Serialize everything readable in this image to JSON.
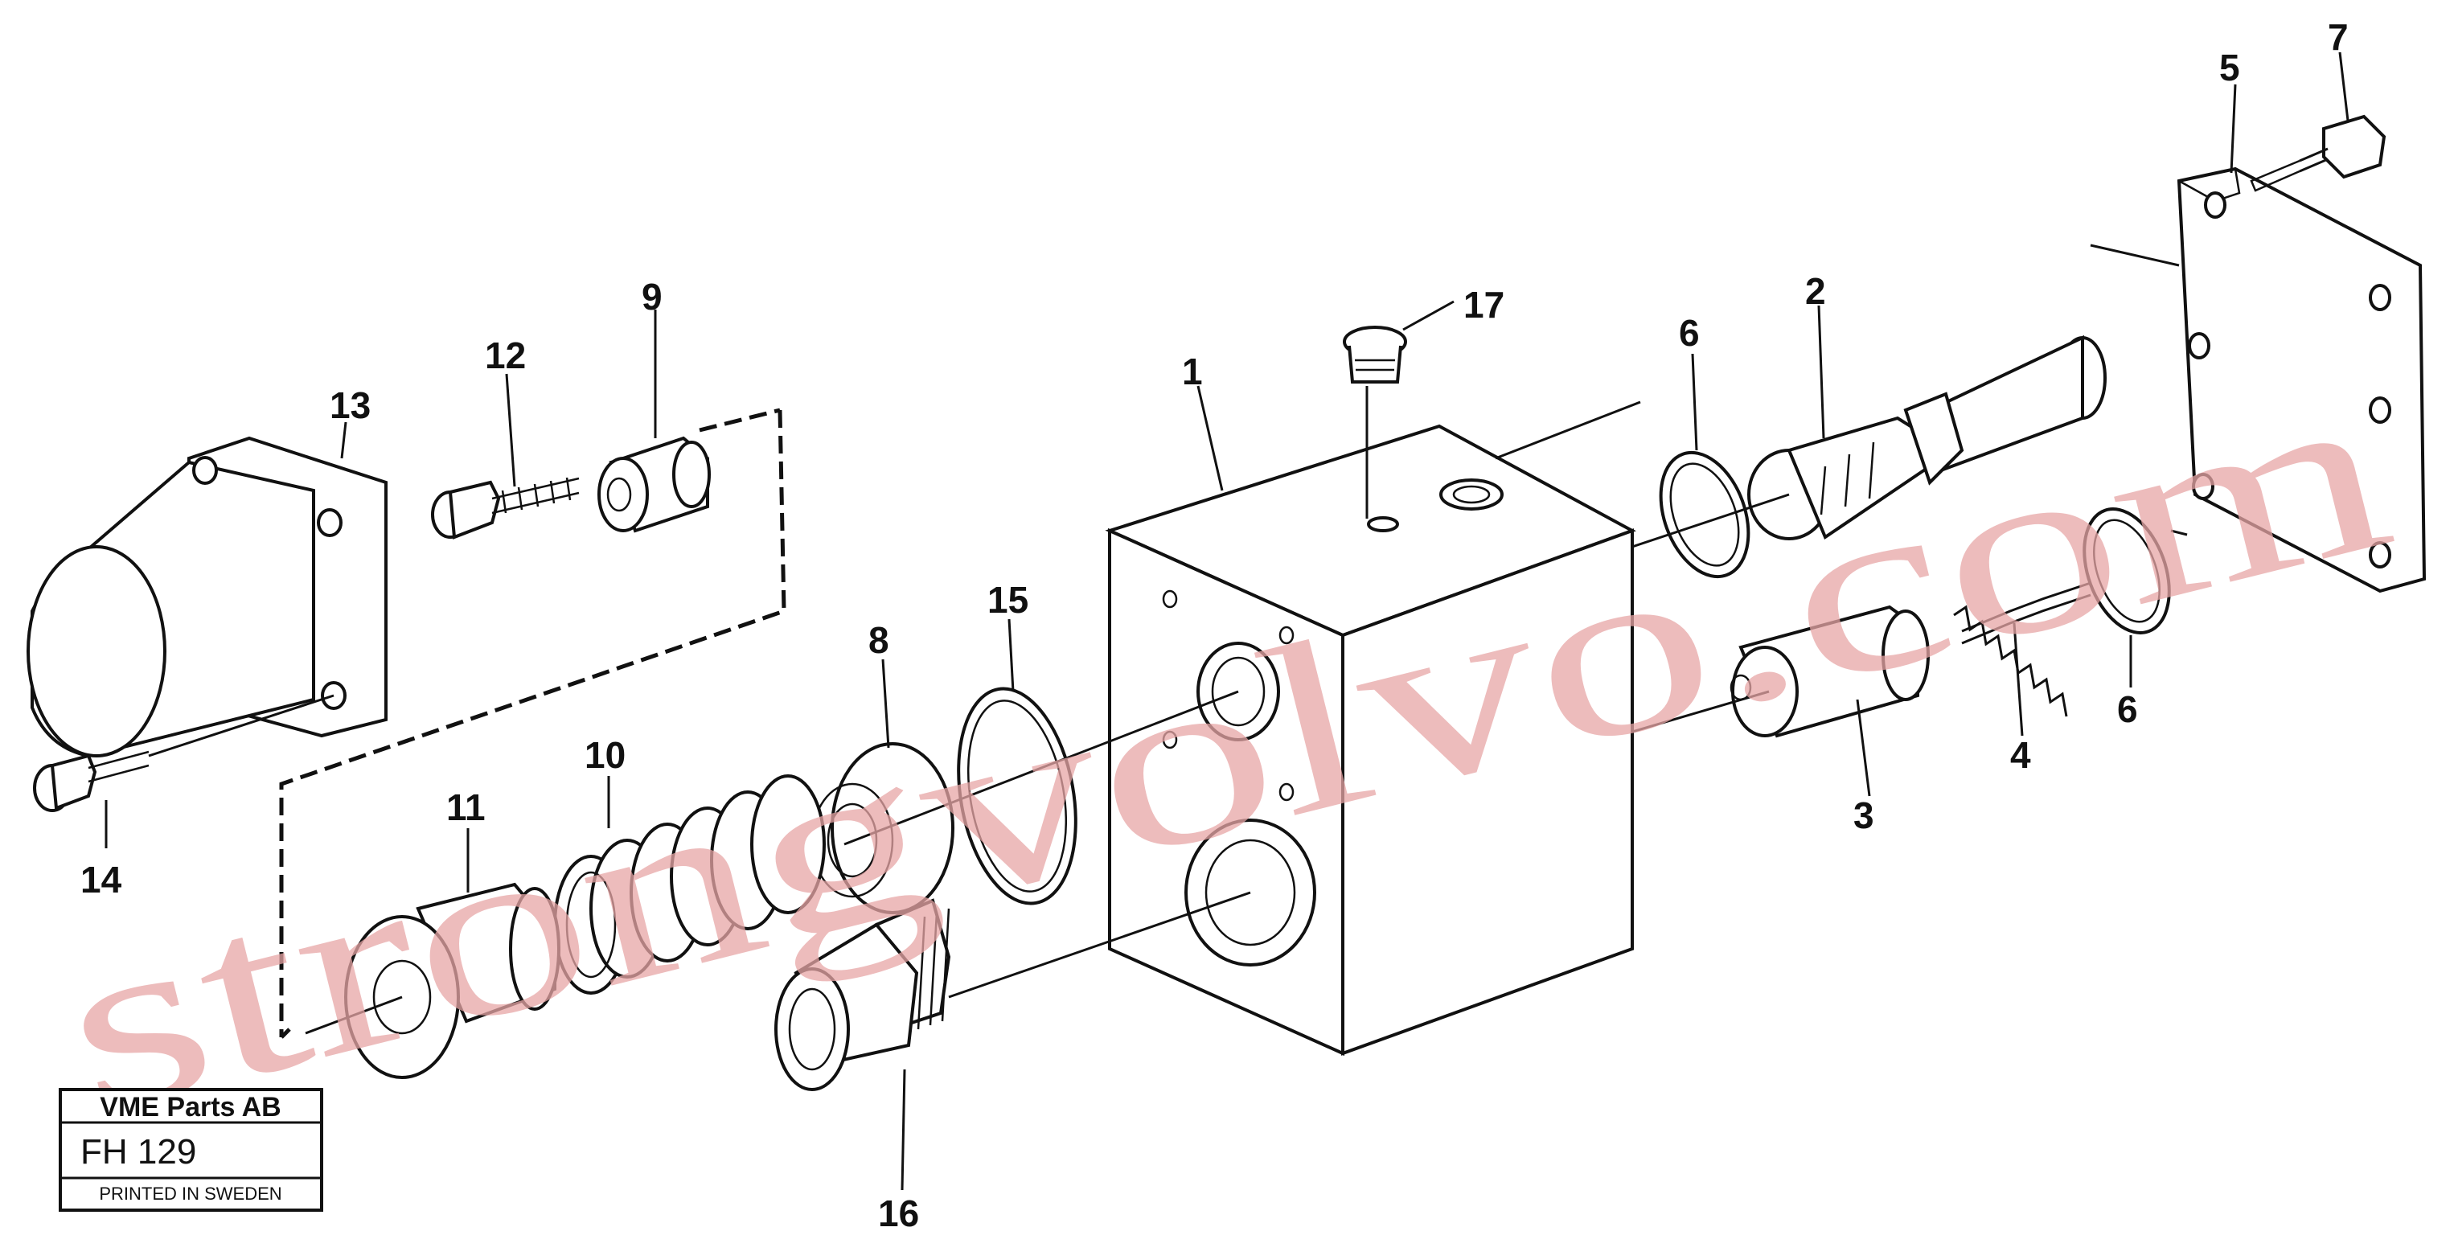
{
  "title_block": {
    "company": "VME Parts AB",
    "code": "FH 129",
    "printed": "PRINTED IN SWEDEN"
  },
  "watermark": "strongvolvo.com",
  "part_labels": {
    "p1": "1",
    "p2": "2",
    "p3": "3",
    "p4": "4",
    "p5": "5",
    "p6a": "6",
    "p6b": "6",
    "p7": "7",
    "p8": "8",
    "p9": "9",
    "p10": "10",
    "p11": "11",
    "p12": "12",
    "p13": "13",
    "p14": "14",
    "p15": "15",
    "p16": "16",
    "p17": "17"
  }
}
